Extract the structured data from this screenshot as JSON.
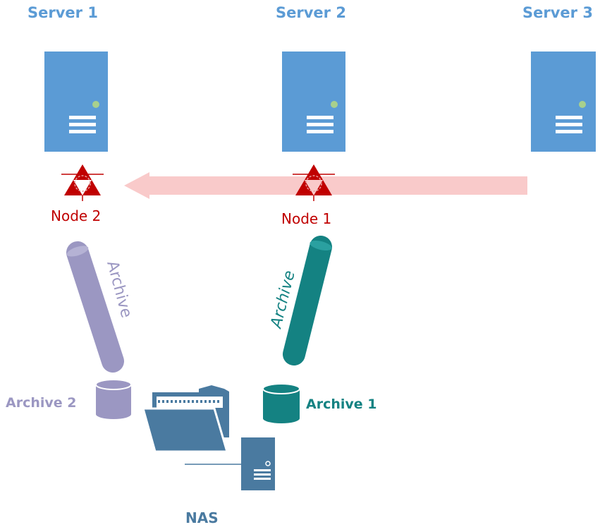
{
  "servers": [
    {
      "label": "Server 1"
    },
    {
      "label": "Server 2"
    },
    {
      "label": "Server 3"
    }
  ],
  "nodes": [
    {
      "label": "Node 2"
    },
    {
      "label": "Node 1"
    }
  ],
  "links": {
    "left": "Archive",
    "right": "Archive"
  },
  "archives": [
    {
      "label": "Archive 2"
    },
    {
      "label": "Archive 1"
    }
  ],
  "nas": {
    "label": "NAS"
  },
  "icons": [
    "server-icon",
    "node-icon",
    "database-icon",
    "folder-icon",
    "nas-icon",
    "arrow-icon"
  ],
  "colors": {
    "server": "#5b9bd5",
    "node": "#c00000",
    "arrow": "#f7c5c5",
    "archive_left": "#9b97c2",
    "archive_right": "#148282",
    "nas": "#4a7aa0"
  }
}
